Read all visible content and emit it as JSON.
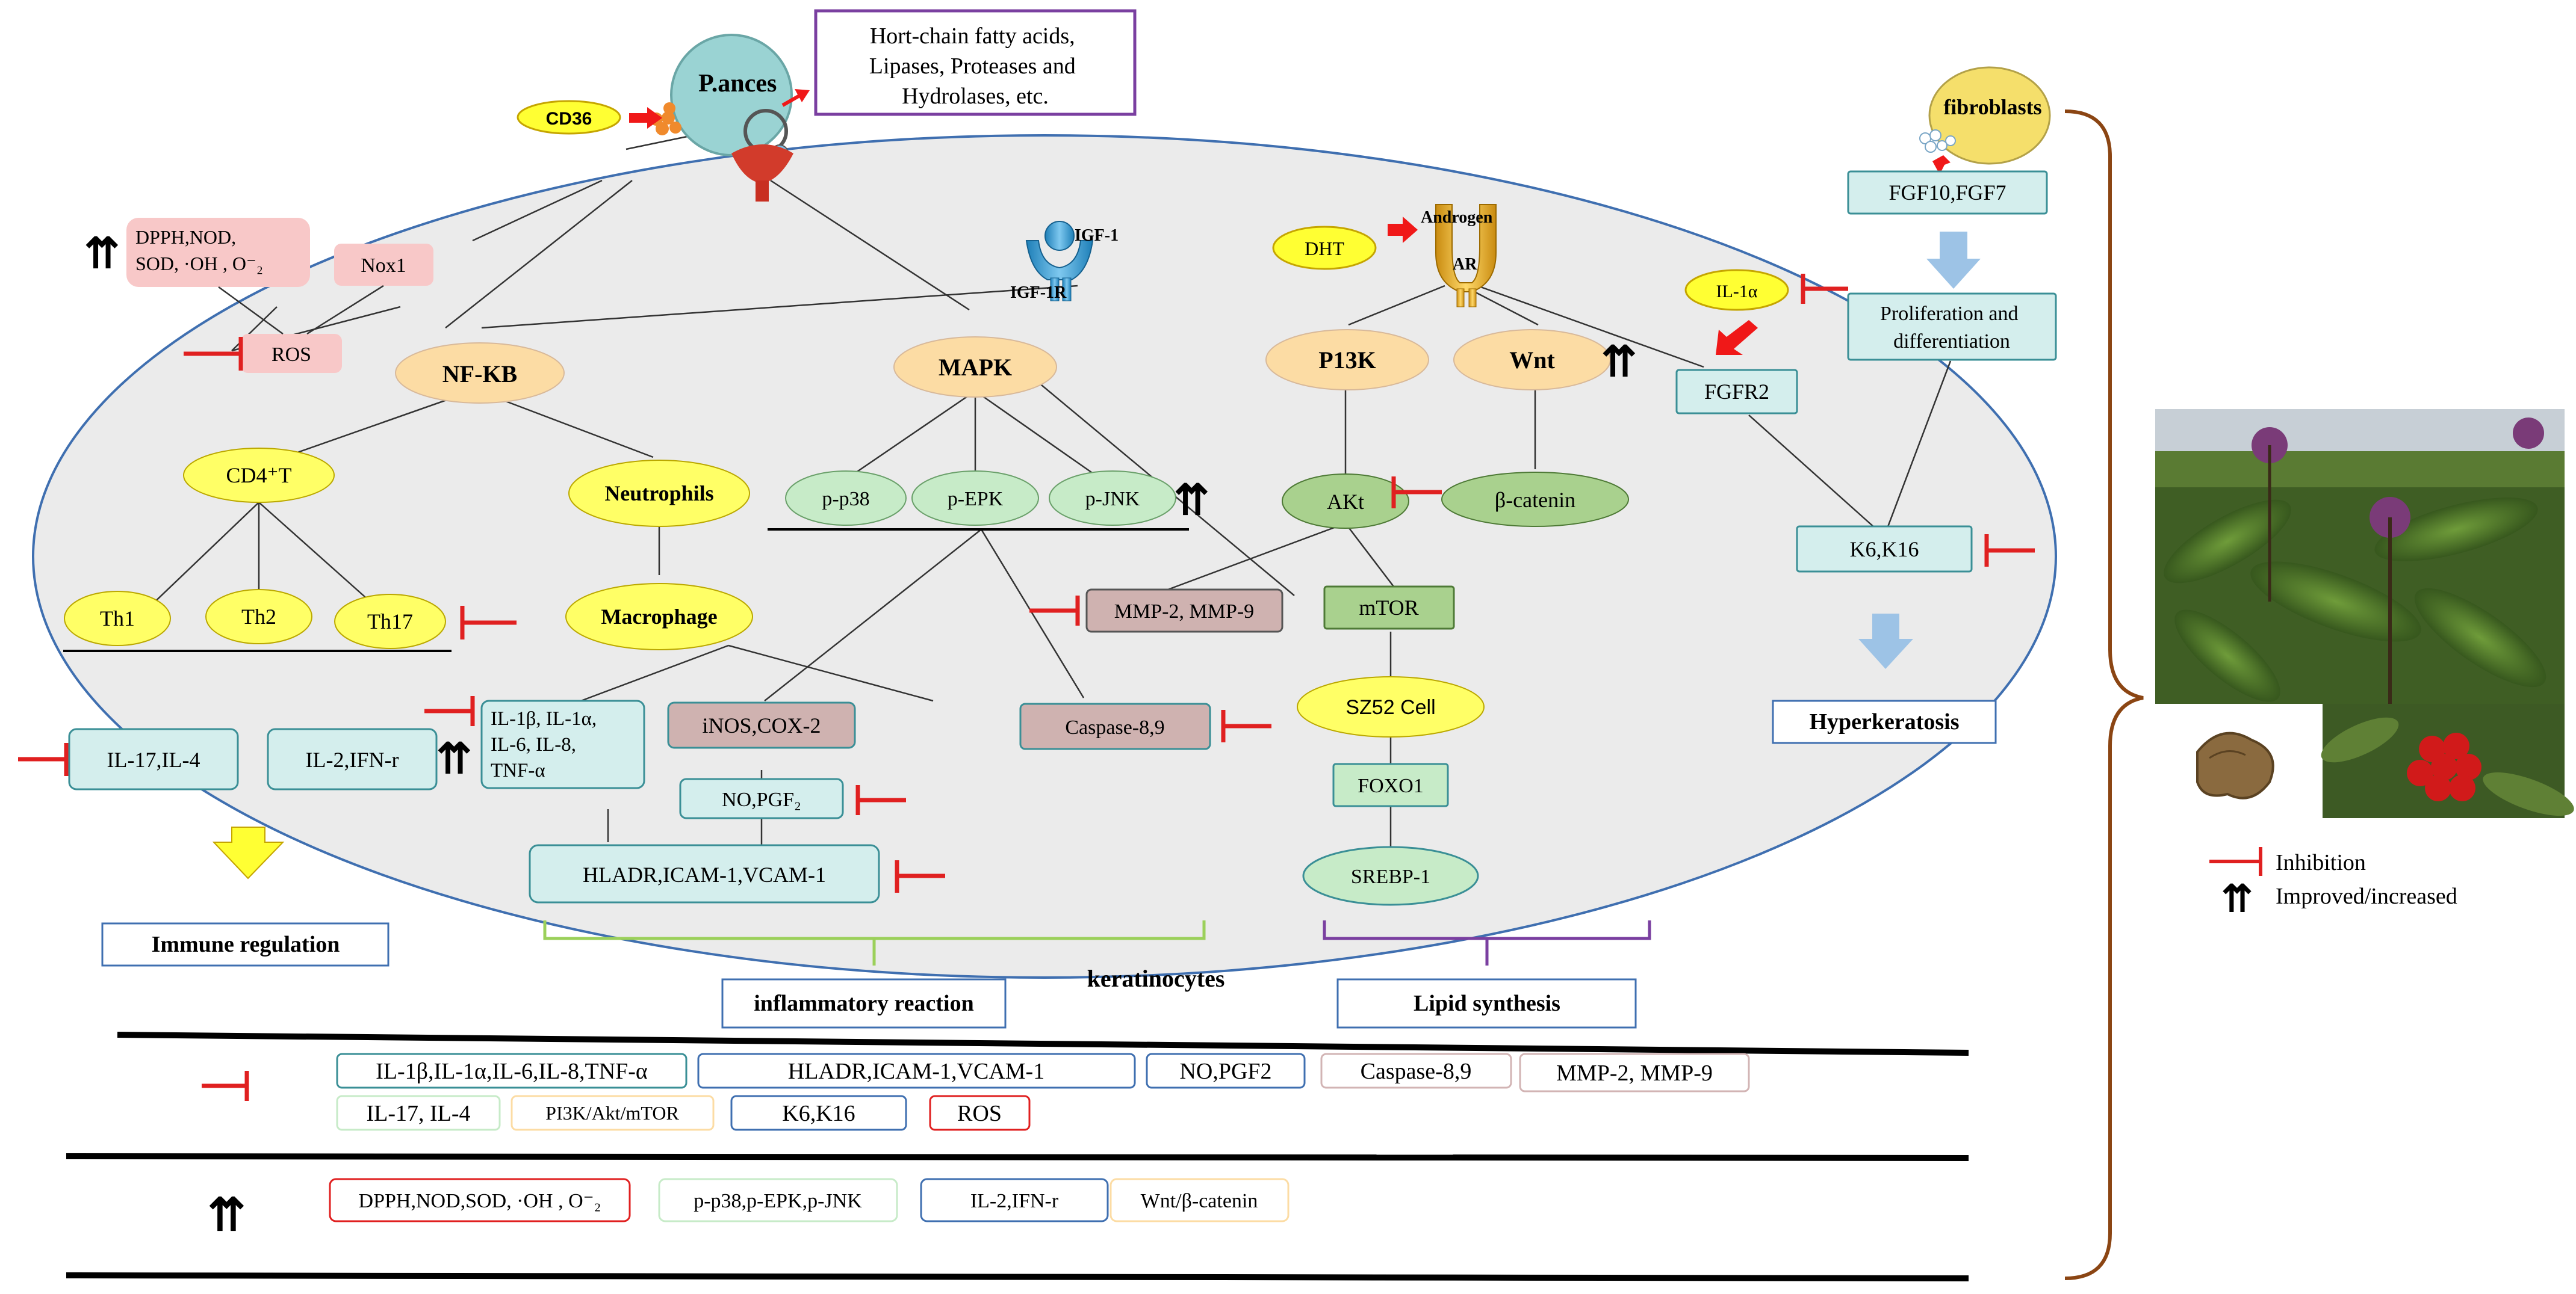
{
  "pathogen": "P.ances",
  "secreted_products": [
    "Hort-chain fatty acids,",
    "Lipases, Proteases and",
    "Hydrolases, etc."
  ],
  "receptors": {
    "cd36": "CD36",
    "igf1": "IGF-1",
    "igf1r": "IGF-1R",
    "dht": "DHT",
    "androgen": "Androgen",
    "ar": "AR",
    "il1a": "IL-1α",
    "fibroblasts": "fibroblasts"
  },
  "nodes": {
    "antioxidants": [
      "DPPH,NOD,",
      "SOD, ·OH , O⁻₂"
    ],
    "nox1": "Nox1",
    "ros": "ROS",
    "nfkb": "NF-KB",
    "mapk": "MAPK",
    "pi3k": "P13K",
    "wnt": "Wnt",
    "fgfr2": "FGFR2",
    "fgf": "FGF10,FGF7",
    "prolif": [
      "Proliferation and",
      "differentiation"
    ],
    "k6k16": "K6,K16",
    "hyperkeratosis": "Hyperkeratosis",
    "cd4t": "CD4⁺T",
    "th1": "Th1",
    "th2": "Th2",
    "th17": "Th17",
    "il17": "IL-17,IL-4",
    "il2": "IL-2,IFN-r",
    "neutrophils": "Neutrophils",
    "macrophage": "Macrophage",
    "il1b": [
      "IL-1β, IL-1α,",
      "IL-6, IL-8,",
      "TNF-α"
    ],
    "inos": "iNOS,COX-2",
    "no_pgf": "NO,PGF₂",
    "hladr": "HLADR,ICAM-1,VCAM-1",
    "pp38": "p-p38",
    "pepk": "p-EPK",
    "pjnk": "p-JNK",
    "akt": "AKt",
    "bcatenin": "β-catenin",
    "mmp": "MMP-2, MMP-9",
    "caspase": "Caspase-8,9",
    "mtor": "mTOR",
    "sz52": "SZ52 Cell",
    "foxo1": "FOXO1",
    "srebp1": "SREBP-1",
    "keratinocytes": "keratinocytes"
  },
  "groups": {
    "immune": "Immune regulation",
    "inflammatory": "inflammatory reaction",
    "lipid": "Lipid synthesis"
  },
  "legend": {
    "inhibition": "Inhibition",
    "improved": "Improved/increased"
  },
  "summary": {
    "inhibited": [
      "IL-1β,IL-1α,IL-6,IL-8,TNF-α",
      "HLADR,ICAM-1,VCAM-1",
      "NO,PGF2",
      "Caspase-8,9",
      "MMP-2, MMP-9",
      "IL-17, IL-4",
      "PI3K/Akt/mTOR",
      "K6,K16",
      "ROS"
    ],
    "increased": [
      "DPPH,NOD,SOD, ·OH , O⁻₂",
      "p-p38,p-EPK,p-JNK",
      "IL-2,IFN-r",
      "Wnt/β-catenin"
    ]
  },
  "colors": {
    "cell": "#ebebeb",
    "cell_border": "#3f6fb0",
    "teal_box": "#d4eeed",
    "teal_border": "#3a8f96",
    "pink_box": "#f8c8c8",
    "mauve_box": "#cfb2b0",
    "green_node": "#a9d18e",
    "light_green": "#c7ebc8",
    "peach": "#fcdca4",
    "yellow": "#ffff66",
    "inhibit_red": "#e02020",
    "arrow_red": "#f01818",
    "bracket_brown": "#8b4513",
    "lime_bracket": "#9bd05a",
    "purple_bracket": "#7a3fa0",
    "light_blue_arrow": "#9dc3e6"
  }
}
